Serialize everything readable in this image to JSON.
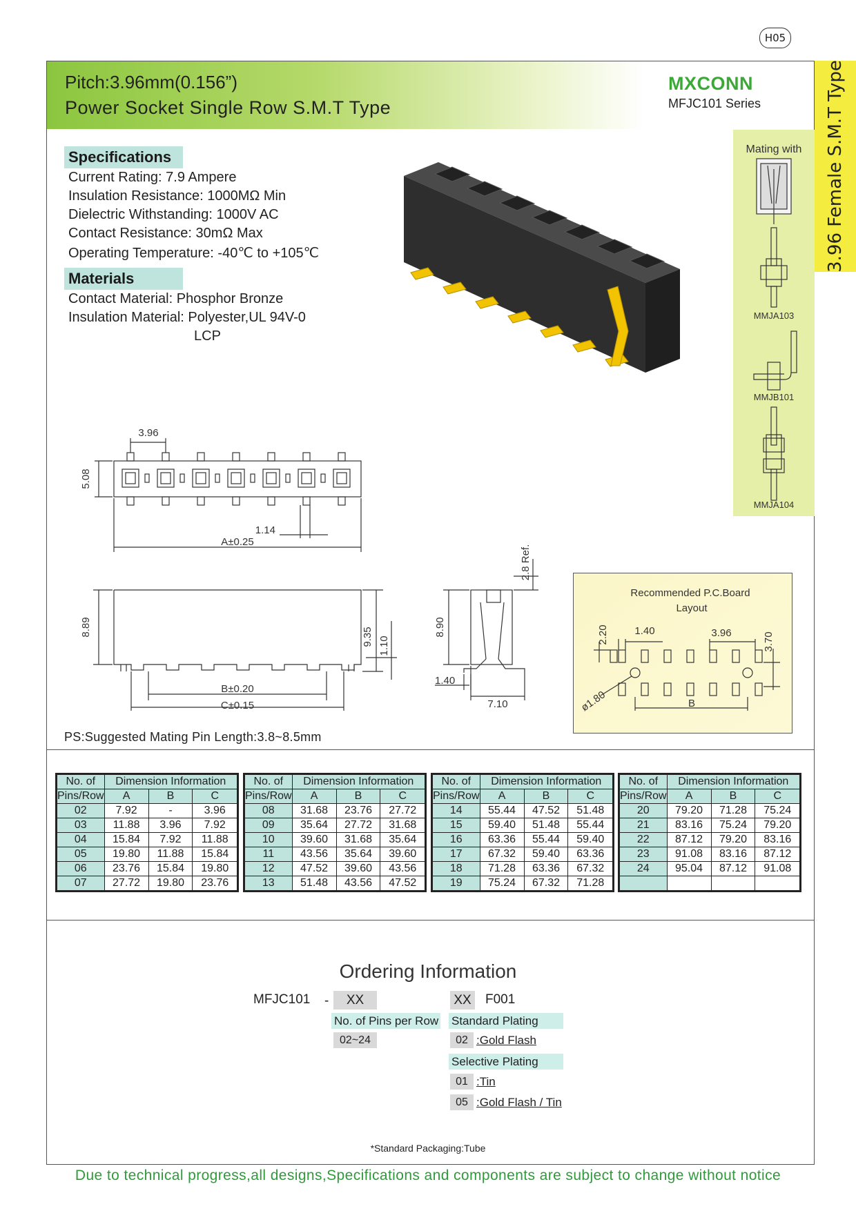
{
  "page_code": "H05",
  "header": {
    "title_line1": "Pitch:3.96mm(0.156”)",
    "title_line2": "Power Socket Single Row S.M.T Type",
    "brand": "MXCONN",
    "series": "MFJC101 Series"
  },
  "side_tab": "3.96 Female S.M.T Type",
  "mating": {
    "title": "Mating with",
    "parts": [
      "MMJA103",
      "MMJB101",
      "MMJA104"
    ]
  },
  "specifications": {
    "heading": "Specifications",
    "lines": [
      "Current Rating: 7.9 Ampere",
      "Insulation Resistance: 1000MΩ Min",
      "Dielectric Withstanding: 1000V AC",
      "Contact  Resistance: 30mΩ Max",
      "Operating Temperature: -40℃ to +105℃"
    ]
  },
  "materials": {
    "heading": "Materials",
    "lines": [
      "Contact Material: Phosphor Bronze",
      "Insulation Material: Polyester,UL 94V-0",
      "LCP"
    ]
  },
  "drawing": {
    "pitch": "3.96",
    "width": "5.08",
    "a_dim": "A±0.25",
    "pin_w": "1.14",
    "height": "8.89",
    "height2": "9.35",
    "pin_h": "1.10",
    "b_dim": "B±0.20",
    "c_dim": "C±0.15",
    "ref": "2.8 Ref.",
    "side_h": "8.90",
    "side_off": "1.40",
    "side_w": "7.10"
  },
  "pcb": {
    "title1": "Recommended  P.C.Board",
    "title2": "Layout",
    "d1": "2.20",
    "d2": "1.40",
    "d3": "3.96",
    "d4": "3.70",
    "d5": "ø1.80",
    "d6": "B"
  },
  "ps_note": "PS:Suggested Mating Pin Length:3.8~8.5mm",
  "table_headers": {
    "pins1": "No. of",
    "pins2": "Pins/Row",
    "dim": "Dimension Information",
    "a": "A",
    "b": "B",
    "c": "C"
  },
  "tables": [
    [
      [
        "02",
        "7.92",
        "-",
        "3.96"
      ],
      [
        "03",
        "11.88",
        "3.96",
        "7.92"
      ],
      [
        "04",
        "15.84",
        "7.92",
        "11.88"
      ],
      [
        "05",
        "19.80",
        "11.88",
        "15.84"
      ],
      [
        "06",
        "23.76",
        "15.84",
        "19.80"
      ],
      [
        "07",
        "27.72",
        "19.80",
        "23.76"
      ]
    ],
    [
      [
        "08",
        "31.68",
        "23.76",
        "27.72"
      ],
      [
        "09",
        "35.64",
        "27.72",
        "31.68"
      ],
      [
        "10",
        "39.60",
        "31.68",
        "35.64"
      ],
      [
        "11",
        "43.56",
        "35.64",
        "39.60"
      ],
      [
        "12",
        "47.52",
        "39.60",
        "43.56"
      ],
      [
        "13",
        "51.48",
        "43.56",
        "47.52"
      ]
    ],
    [
      [
        "14",
        "55.44",
        "47.52",
        "51.48"
      ],
      [
        "15",
        "59.40",
        "51.48",
        "55.44"
      ],
      [
        "16",
        "63.36",
        "55.44",
        "59.40"
      ],
      [
        "17",
        "67.32",
        "59.40",
        "63.36"
      ],
      [
        "18",
        "71.28",
        "63.36",
        "67.32"
      ],
      [
        "19",
        "75.24",
        "67.32",
        "71.28"
      ]
    ],
    [
      [
        "20",
        "79.20",
        "71.28",
        "75.24"
      ],
      [
        "21",
        "83.16",
        "75.24",
        "79.20"
      ],
      [
        "22",
        "87.12",
        "79.20",
        "83.16"
      ],
      [
        "23",
        "91.08",
        "83.16",
        "87.12"
      ],
      [
        "24",
        "95.04",
        "87.12",
        "91.08"
      ],
      [
        "",
        "",
        "",
        ""
      ]
    ]
  ],
  "ordering": {
    "title": "Ordering Information",
    "part": "MFJC101",
    "dash": "-",
    "xx1": "XX",
    "xx2": "XX",
    "suffix": "F001",
    "pins_label": "No. of Pins per Row",
    "pins_range": "02~24",
    "std_plating": "Standard Plating",
    "code_02": "02",
    "gold_flash": ":Gold Flash",
    "sel_plating": "Selective Plating",
    "code_01": "01",
    "tin": ":Tin",
    "code_05": "05",
    "gold_tin": ":Gold Flash / Tin"
  },
  "packaging": "*Standard Packaging:Tube",
  "footer": "Due to technical progress,all designs,Specifications and components are subject to change without notice"
}
